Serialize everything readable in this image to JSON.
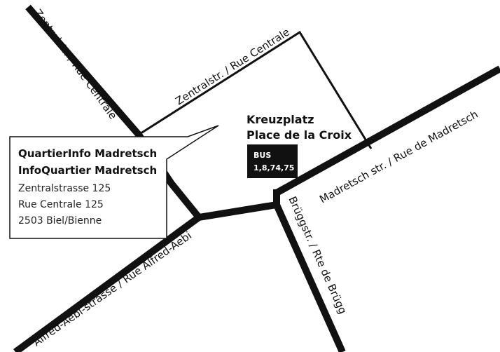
{
  "colors": {
    "road": "#111111",
    "background": "#ffffff",
    "bus_box": "#111111",
    "bus_text": "#ffffff"
  },
  "map": {
    "roads": {
      "zentralstr_main": "Zentralstr. / Rue Centrale",
      "zentralstr_plaza": "Zentralstr. / Rue Centrale",
      "madretsch": "Madretsch str. / Rue de Madretsch",
      "bruegg": "Brüggstr. / Rte de Brügg",
      "alfred_aebi": "Alfred-Aebi-strasse / Rue Alfred-Aebi"
    },
    "place": {
      "name_de": "Kreuzplatz",
      "name_fr": "Place de la Croix"
    },
    "bus": {
      "label": "BUS",
      "lines": "1,8,74,75"
    }
  },
  "callout": {
    "title_de": "QuartierInfo Madretsch",
    "title_fr": "InfoQuartier Madretsch",
    "address_de": "Zentralstrasse 125",
    "address_fr": "Rue Centrale 125",
    "city": "2503 Biel/Bienne"
  }
}
